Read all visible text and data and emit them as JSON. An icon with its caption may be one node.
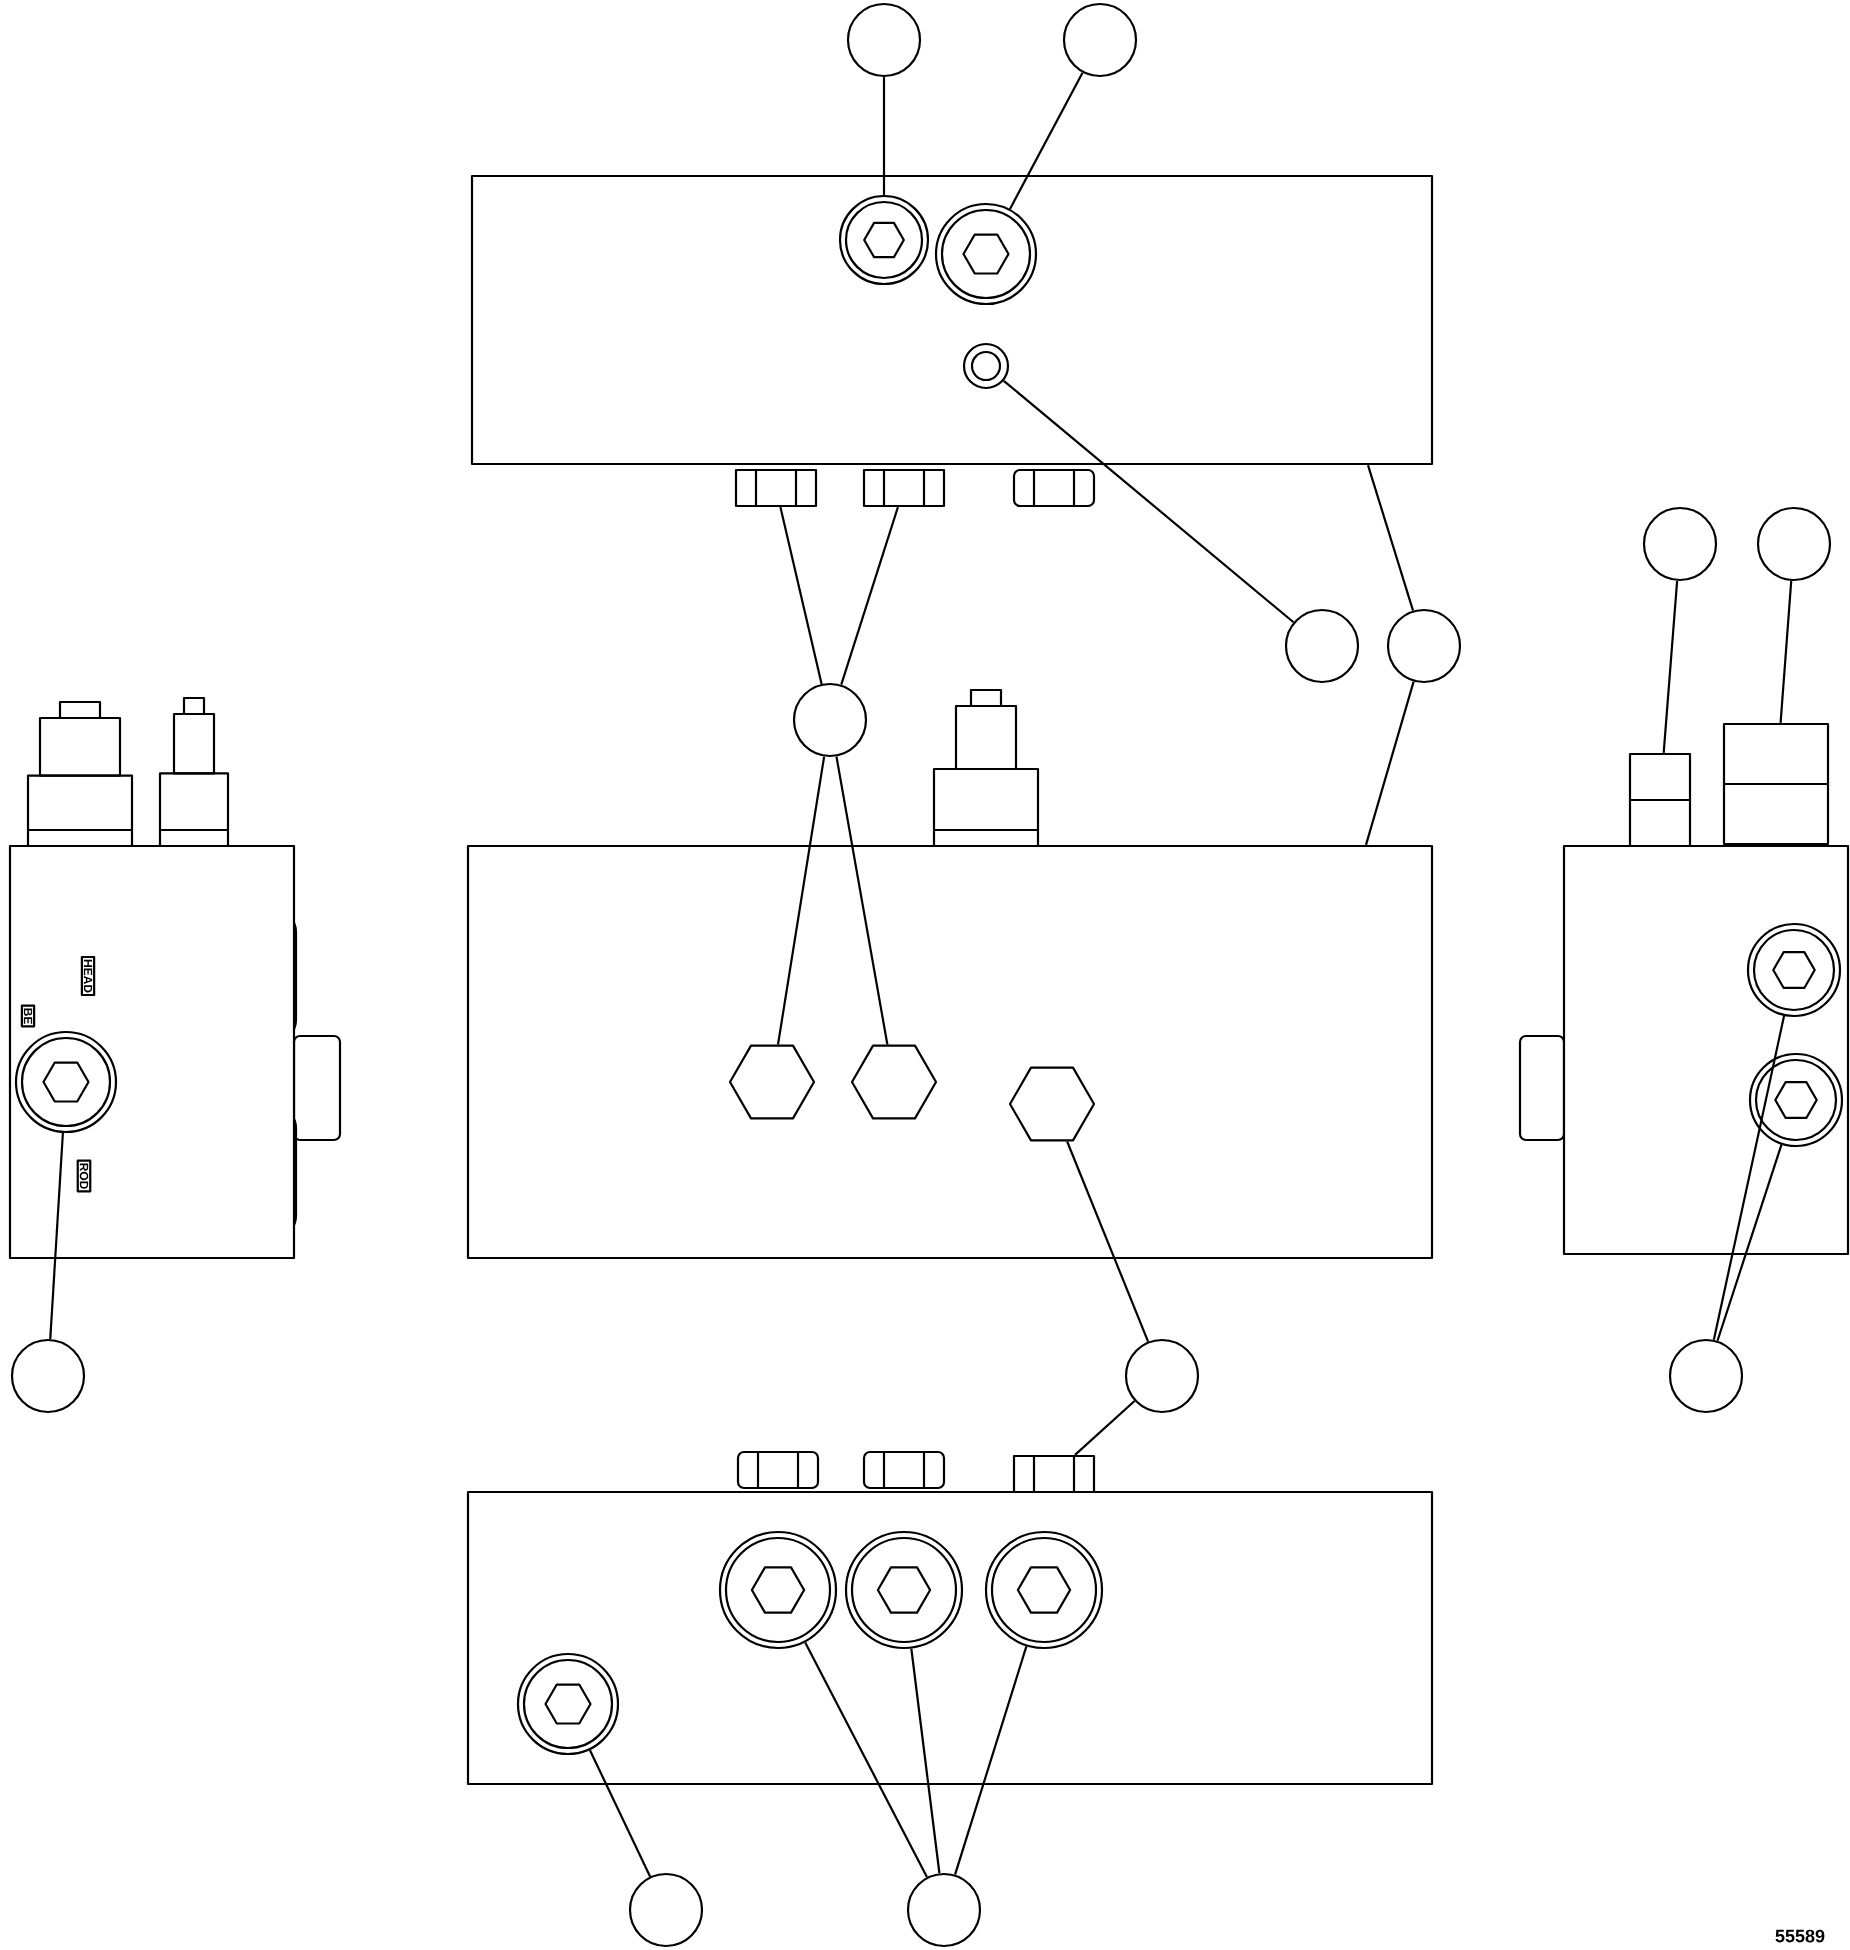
{
  "diagram": {
    "nodes": [
      {
        "text": [],
        "shape": "box"
      },
      {
        "text": [],
        "shape": "box"
      },
      {
        "text": [],
        "shape": "box"
      },
      {
        "text": [],
        "shape": "box"
      },
      {
        "text": [],
        "shape": "box"
      },
      {
        "text": [],
        "shape": "circle",
        "in": 0
      },
      {
        "text": [],
        "shape": "circle",
        "in": 0
      },
      {
        "text": [],
        "shape": "circle",
        "in": 0
      },
      {
        "text": [],
        "shape": "box"
      },
      {
        "text": [],
        "shape": "box"
      },
      {
        "text": [],
        "shape": "hexagon",
        "in": 1
      },
      {
        "text": [],
        "shape": "hexagon",
        "in": 1
      },
      {
        "text": [],
        "shape": "hexagon",
        "in": 1
      },
      {
        "text": [],
        "shape": "circle",
        "in": 3
      },
      {
        "text": [],
        "shape": "box"
      },
      {
        "text": [],
        "shape": "box"
      },
      {
        "text": [],
        "shape": "circle",
        "in": 4
      },
      {
        "text": [],
        "shape": "circle",
        "in": 4
      },
      {
        "text": [],
        "shape": "box"
      },
      {
        "text": [],
        "shape": "circle",
        "in": 2
      },
      {
        "text": [],
        "shape": "circle",
        "in": 2
      },
      {
        "text": [],
        "shape": "circle",
        "in": 2
      },
      {
        "text": [],
        "shape": "circle",
        "in": 2
      },
      {
        "text": [],
        "shape": "circle"
      },
      {
        "text": [],
        "shape": "circle"
      },
      {
        "text": [],
        "shape": "circle"
      },
      {
        "text": [],
        "shape": "circle"
      },
      {
        "text": [],
        "shape": "circle"
      },
      {
        "text": [],
        "shape": "circle"
      },
      {
        "text": [],
        "shape": "circle"
      },
      {
        "text": [],
        "shape": "circle"
      },
      {
        "text": [],
        "shape": "circle"
      },
      {
        "text": [],
        "shape": "circle"
      },
      {
        "text": [],
        "shape": "circle"
      },
      {
        "text": [],
        "shape": "circle"
      }
    ],
    "edges": [
      {
        "from": 23,
        "to": 5,
        "arrow": "none"
      },
      {
        "from": 24,
        "to": 6,
        "arrow": "none"
      },
      {
        "from": 25,
        "to": 7,
        "arrow": "none"
      },
      {
        "from": 26,
        "to": 0,
        "arrow": "none"
      },
      {
        "from": 26,
        "to": 1,
        "arrow": "none"
      },
      {
        "from": 27,
        "to": 8,
        "arrow": "none"
      },
      {
        "from": 27,
        "to": 9,
        "arrow": "none"
      },
      {
        "from": 27,
        "to": 10,
        "arrow": "none"
      },
      {
        "from": 27,
        "to": 11,
        "arrow": "none"
      },
      {
        "from": 28,
        "to": 14,
        "arrow": "none"
      },
      {
        "from": 29,
        "to": 15,
        "arrow": "none"
      },
      {
        "from": 30,
        "to": 13,
        "arrow": "none"
      },
      {
        "from": 31,
        "to": 12,
        "arrow": "none"
      },
      {
        "from": 31,
        "to": 18,
        "arrow": "none"
      },
      {
        "from": 32,
        "to": 16,
        "arrow": "none"
      },
      {
        "from": 32,
        "to": 17,
        "arrow": "none"
      },
      {
        "from": 33,
        "to": 22,
        "arrow": "none"
      },
      {
        "from": 34,
        "to": 19,
        "arrow": "none"
      },
      {
        "from": 34,
        "to": 20,
        "arrow": "none"
      },
      {
        "from": 34,
        "to": 21,
        "arrow": "none"
      }
    ],
    "labels": [
      "HEAD",
      "BE",
      "ROD",
      "55589"
    ]
  }
}
